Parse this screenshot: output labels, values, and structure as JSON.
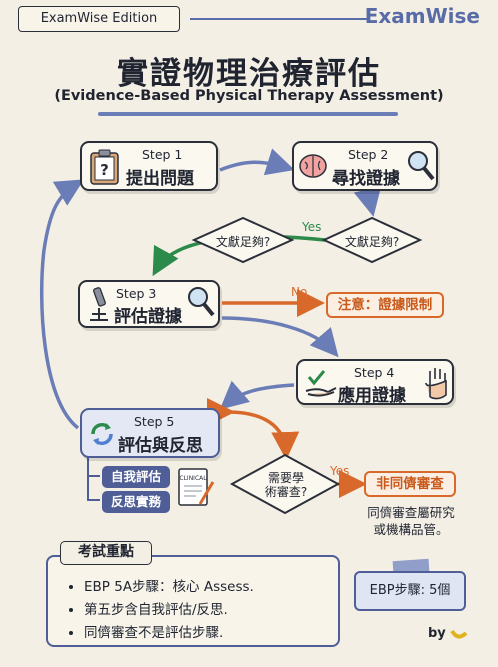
{
  "header": {
    "edition": "ExamWise Edition",
    "brand": "ExamWise",
    "title": "實證物理治療評估",
    "subtitle": "(Evidence-Based Physical Therapy Assessment)"
  },
  "steps": [
    {
      "number": "Step 1",
      "title": "提出問題",
      "icon": "clipboard-question-icon"
    },
    {
      "number": "Step 2",
      "title": "尋找證據",
      "icon": "brain-magnifier-icon"
    },
    {
      "number": "Step 3",
      "title": "評估證據",
      "icon": "microscope-magnifier-icon"
    },
    {
      "number": "Step 4",
      "title": "應用證據",
      "icon": "hand-check-icon"
    },
    {
      "number": "Step 5",
      "title": "評估與反思",
      "icon": "refresh-cycle-icon"
    }
  ],
  "decisions": {
    "left": "文獻足夠?",
    "right": "文獻足夠?",
    "peer": "需要學\n術審查?"
  },
  "labels": {
    "yes_green": "Yes",
    "no_orange": "No",
    "yes_orange": "Yes"
  },
  "notes": {
    "limit": "注意：證據限制",
    "not_peer": "非同儕審查",
    "peer_desc_1": "同儕審查屬研究",
    "peer_desc_2": "或機構品管。"
  },
  "reflection_tags": [
    "自我評估",
    "反思實務"
  ],
  "exam_points": {
    "title": "考試重點",
    "items": [
      "EBP 5A步驟：核心 Assess.",
      "第五步含自我評估/反思.",
      "同儕審查不是評估步驟."
    ]
  },
  "steps_count": "EBP步驟: 5個",
  "footer": {
    "by": "by"
  },
  "colors": {
    "accent": "#4f5e96",
    "green": "#2c8a4a",
    "orange": "#d9692b",
    "background": "#f4efe4"
  }
}
